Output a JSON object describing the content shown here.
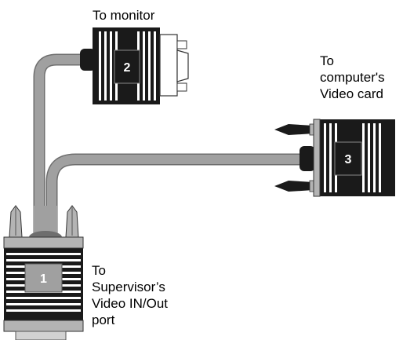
{
  "connectors": {
    "supervisor": {
      "number": "1",
      "label_lines": [
        "To",
        "Supervisor’s",
        "Video IN/Out",
        "port"
      ]
    },
    "monitor": {
      "number": "2",
      "label_lines": [
        "To monitor"
      ]
    },
    "computer": {
      "number": "3",
      "label_lines": [
        "To",
        "computer's",
        "Video card"
      ]
    }
  },
  "colors": {
    "cable": "#a0a0a0",
    "cable_edge": "#6e6e6e",
    "connector_body": "#1a1a1a",
    "connector_gray": "#b4b4b4",
    "fin": "#ffffff"
  }
}
